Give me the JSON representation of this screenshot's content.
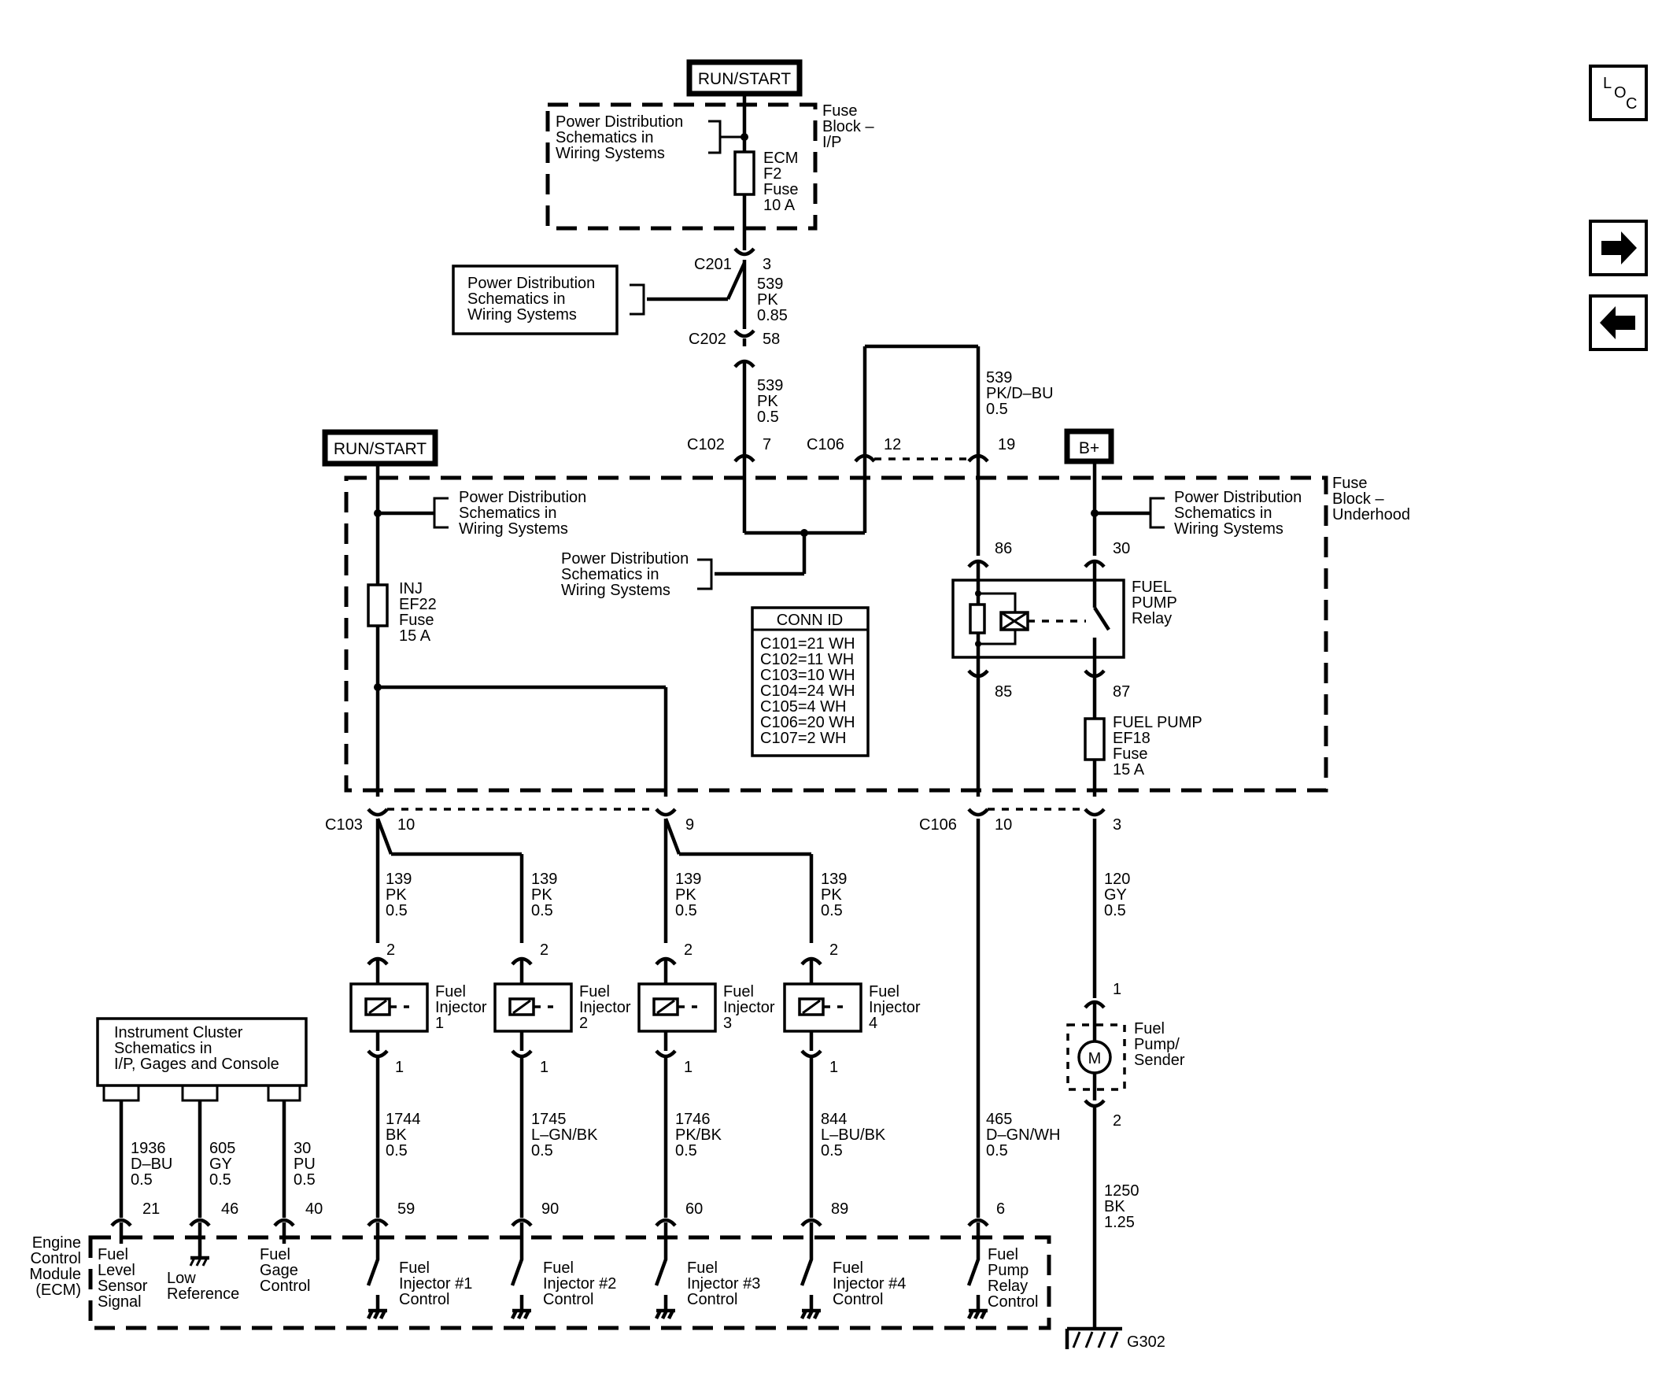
{
  "power_sources": {
    "run_start_top": "RUN/START",
    "run_start_left": "RUN/START",
    "battery": "B+"
  },
  "fuse_block_ip": {
    "label": [
      "Fuse",
      "Block –",
      "I/P"
    ],
    "power_dist_ref": [
      "Power Distribution",
      "Schematics in",
      "Wiring Systems"
    ],
    "fuse": [
      "ECM",
      "F2",
      "Fuse",
      "10 A"
    ]
  },
  "splice_ref": [
    "Power Distribution",
    "Schematics in",
    "Wiring Systems"
  ],
  "connectors": {
    "c201": "C201",
    "c201_pin": "3",
    "c202": "C202",
    "c202_pin": "58",
    "c102": "C102",
    "c102_pin": "7",
    "c106_top": "C106",
    "c106_top_pin_a": "12",
    "c106_top_pin_b": "19",
    "c103": "C103",
    "c103_pin_a": "10",
    "c103_pin_b": "9",
    "c106_bottom": "C106",
    "c106_bottom_pin_a": "10",
    "c106_bottom_pin_b": "3"
  },
  "wires": {
    "w539_a": [
      "539",
      "PK",
      "0.85"
    ],
    "w539_b": [
      "539",
      "PK",
      "0.5"
    ],
    "w539_c": [
      "539",
      "PK/D–BU",
      "0.5"
    ],
    "w139_1": [
      "139",
      "PK",
      "0.5"
    ],
    "w139_2": [
      "139",
      "PK",
      "0.5"
    ],
    "w139_3": [
      "139",
      "PK",
      "0.5"
    ],
    "w139_4": [
      "139",
      "PK",
      "0.5"
    ],
    "w120": [
      "120",
      "GY",
      "0.5"
    ],
    "w1744": [
      "1744",
      "BK",
      "0.5"
    ],
    "w1745": [
      "1745",
      "L–GN/BK",
      "0.5"
    ],
    "w1746": [
      "1746",
      "PK/BK",
      "0.5"
    ],
    "w844": [
      "844",
      "L–BU/BK",
      "0.5"
    ],
    "w465": [
      "465",
      "D–GN/WH",
      "0.5"
    ],
    "w1250": [
      "1250",
      "BK",
      "1.25"
    ],
    "w1936": [
      "1936",
      "D–BU",
      "0.5"
    ],
    "w605": [
      "605",
      "GY",
      "0.5"
    ],
    "w30": [
      "30",
      "PU",
      "0.5"
    ]
  },
  "fuse_block_underhood": {
    "label": [
      "Fuse",
      "Block –",
      "Underhood"
    ],
    "ref_left": [
      "Power Distribution",
      "Schematics in",
      "Wiring Systems"
    ],
    "ref_center": [
      "Power Distribution",
      "Schematics in",
      "Wiring Systems"
    ],
    "ref_right": [
      "Power Distribution",
      "Schematics in",
      "Wiring Systems"
    ],
    "inj_fuse": [
      "INJ",
      "EF22",
      "Fuse",
      "15 A"
    ],
    "pump_fuse": [
      "FUEL PUMP",
      "EF18",
      "Fuse",
      "15 A"
    ],
    "relay": [
      "FUEL",
      "PUMP",
      "Relay"
    ],
    "relay_pins": {
      "p86": "86",
      "p30": "30",
      "p85": "85",
      "p87": "87"
    }
  },
  "conn_id": {
    "title": "CONN ID",
    "rows": [
      "C101=21 WH",
      "C102=11 WH",
      "C103=10 WH",
      "C104=24 WH",
      "C105=4 WH",
      "C106=20 WH",
      "C107=2 WH"
    ]
  },
  "injectors": [
    {
      "label": [
        "Fuel",
        "Injector",
        "1"
      ],
      "pin_top": "2",
      "pin_bottom": "1"
    },
    {
      "label": [
        "Fuel",
        "Injector",
        "2"
      ],
      "pin_top": "2",
      "pin_bottom": "1"
    },
    {
      "label": [
        "Fuel",
        "Injector",
        "3"
      ],
      "pin_top": "2",
      "pin_bottom": "1"
    },
    {
      "label": [
        "Fuel",
        "Injector",
        "4"
      ],
      "pin_top": "2",
      "pin_bottom": "1"
    }
  ],
  "pump": {
    "label": [
      "Fuel",
      "Pump/",
      "Sender"
    ],
    "motor": "M",
    "pin_top": "1",
    "pin_bottom": "2"
  },
  "ground": "G302",
  "instrument_cluster": [
    "Instrument Cluster",
    "Schematics in",
    "I/P, Gages and Console"
  ],
  "ecm": {
    "label": [
      "Engine",
      "Control",
      "Module",
      "(ECM)"
    ],
    "pins": {
      "p21": "21",
      "p46": "46",
      "p40": "40",
      "p59": "59",
      "p90": "90",
      "p60": "60",
      "p89": "89",
      "p6": "6"
    },
    "fuel_level": [
      "Fuel",
      "Level",
      "Sensor",
      "Signal"
    ],
    "low_ref": [
      "Low",
      "Reference"
    ],
    "gage": [
      "Fuel",
      "Gage",
      "Control"
    ],
    "inj1": [
      "Fuel",
      "Injector #1",
      "Control"
    ],
    "inj2": [
      "Fuel",
      "Injector #2",
      "Control"
    ],
    "inj3": [
      "Fuel",
      "Injector #3",
      "Control"
    ],
    "inj4": [
      "Fuel",
      "Injector #4",
      "Control"
    ],
    "pump": [
      "Fuel",
      "Pump",
      "Relay",
      "Control"
    ]
  },
  "nav": {
    "loc_l": "L",
    "loc_o": "O",
    "loc_c": "C"
  }
}
